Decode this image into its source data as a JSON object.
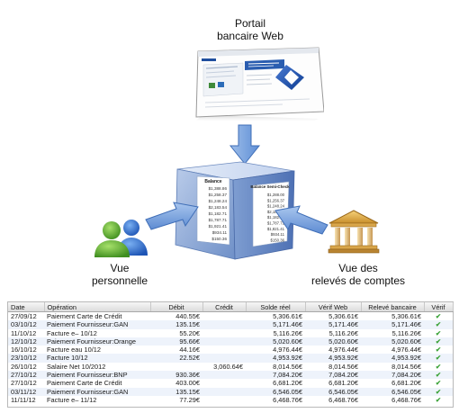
{
  "captions": {
    "portal": [
      "Portail",
      "bancaire Web"
    ],
    "personal": [
      "Vue",
      "personnelle"
    ],
    "statements": [
      "Vue des",
      "relevés de comptes"
    ]
  },
  "box": {
    "front_title": "Balance",
    "side_title": "Balance Semi-Check",
    "front_values": [
      "$1,388.86",
      "$1,258.37",
      "$1,248.24",
      "$2,183.54",
      "$1,182.71",
      "$1,787.71",
      "$1,921.41",
      "$934.11",
      "$150.36"
    ],
    "side_values": [
      "$1,288.00",
      "$1,256.37",
      "$1,248.24",
      "$2,183.54",
      "$1,182.71",
      "$1,787.71",
      "$1,821.41",
      "$934.11",
      "$150.36"
    ]
  },
  "ledger": {
    "columns": [
      "Date",
      "Opération",
      "Débit",
      "Crédit",
      "Solde réel",
      "Vérif Web",
      "Relevé bancaire",
      "Vérif"
    ],
    "check_glyph": "✔",
    "rows": [
      [
        "27/09/12",
        "Paiement Carte de Crédit",
        "440.55€",
        "",
        "5,306.61€",
        "5,306.61€",
        "5,306.61€"
      ],
      [
        "03/10/12",
        "Paiement Fournisseur:GAN",
        "135.15€",
        "",
        "5,171.46€",
        "5,171.46€",
        "5,171.46€"
      ],
      [
        "11/10/12",
        "Facture e– 10/12",
        "55.20€",
        "",
        "5,116.26€",
        "5,116.26€",
        "5,116.26€"
      ],
      [
        "12/10/12",
        "Paiement Fournisseur:Orange",
        "95.66€",
        "",
        "5,020.60€",
        "5,020.60€",
        "5,020.60€"
      ],
      [
        "16/10/12",
        "Facture eau 10/12",
        "44.16€",
        "",
        "4,976.44€",
        "4,976.44€",
        "4,976.44€"
      ],
      [
        "23/10/12",
        "Facture 10/12",
        "22.52€",
        "",
        "4,953.92€",
        "4,953.92€",
        "4,953.92€"
      ],
      [
        "26/10/12",
        "Salaire Net 10/2012",
        "",
        "3,060.64€",
        "8,014.56€",
        "8,014.56€",
        "8,014.56€"
      ],
      [
        "27/10/12",
        "Paiement Fournisseur:BNP",
        "930.36€",
        "",
        "7,084.20€",
        "7,084.20€",
        "7,084.20€"
      ],
      [
        "27/10/12",
        "Paiement Carte de Crédit",
        "403.00€",
        "",
        "6,681.20€",
        "6,681.20€",
        "6,681.20€"
      ],
      [
        "03/11/12",
        "Paiement Fournisseur:GAN",
        "135.15€",
        "",
        "6,546.05€",
        "6,546.05€",
        "6,546.05€"
      ],
      [
        "11/11/12",
        "Facture e– 11/12",
        "77.29€",
        "",
        "6,468.76€",
        "6,468.76€",
        "6,468.76€"
      ]
    ]
  }
}
